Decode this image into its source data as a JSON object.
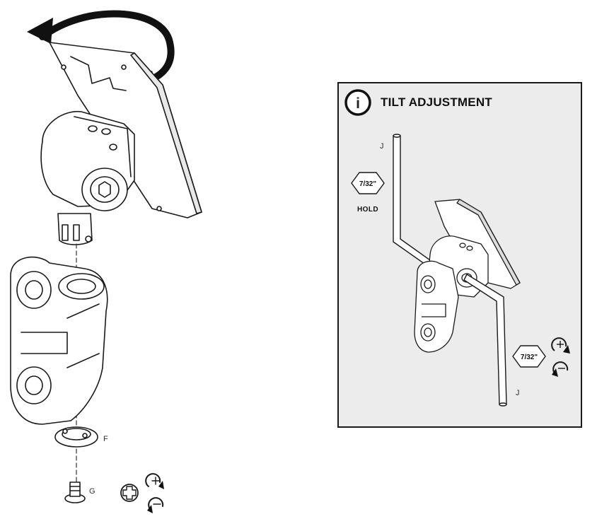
{
  "left_figure": {
    "label_f": "F",
    "label_g": "G",
    "tighten_icon": "plus-in-circle-icon",
    "rotate_icons": [
      "rotate-clockwise-plus-icon",
      "rotate-counterclockwise-minus-icon"
    ]
  },
  "tilt_panel": {
    "info_icon": "info-circle-icon",
    "info_glyph": "i",
    "title": "TILT ADJUSTMENT",
    "top_key_label": "J",
    "bottom_key_label": "J",
    "top_hex_size": "7/32\"",
    "hold_text": "HOLD",
    "bottom_hex_size": "7/32\""
  },
  "colors": {
    "line": "#1a1a1a",
    "panel_background": "#ececec",
    "panel_border": "#1a1a1a",
    "fill": "#ffffff"
  }
}
